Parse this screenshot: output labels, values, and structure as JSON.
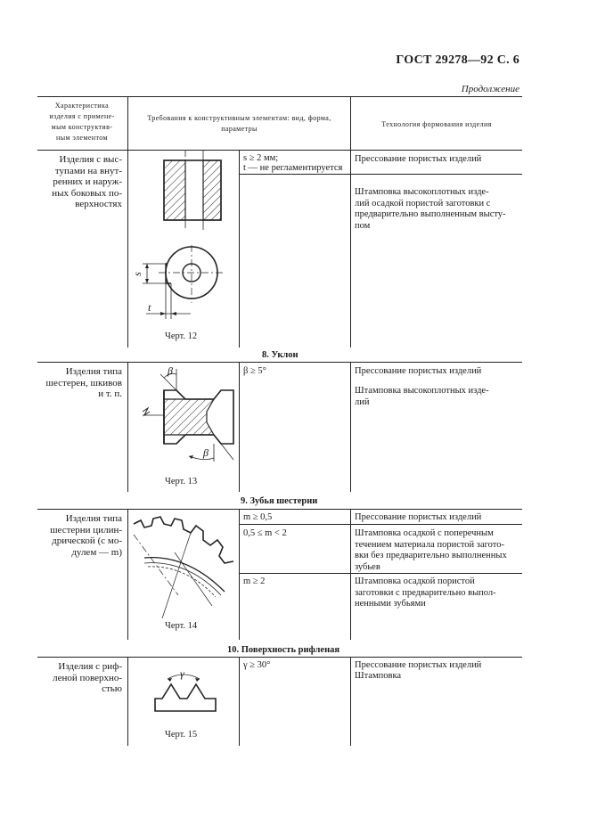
{
  "header": {
    "title": "ГОСТ 29278—92 С. 6",
    "continuation": "Продолжение"
  },
  "table_head": {
    "col1": [
      "Характеристика",
      "изделия с примене-",
      "мым конструктив-",
      "ным элементом"
    ],
    "col2": [
      "Требования к конструктивным элементам: вид, форма,",
      "параметры"
    ],
    "col3": "Технология формования изделия"
  },
  "row1": {
    "col1": [
      "Изделия с выс-",
      "тупами на внут-",
      "ренних и наруж-",
      "ных боковых по-",
      "верхностях"
    ],
    "req1": "s ≥ 2 мм;",
    "req2": "t — не регламентируется",
    "tech1": "Прессование пористых изделий",
    "tech2": [
      "Штамповка высокоплотных изде-",
      "лий осадкой пористой заготовки с",
      "предварительно выполненным высту-",
      "пом"
    ],
    "fig_label_s": "s",
    "fig_label_t": "t",
    "caption": "Черт. 12"
  },
  "section8": {
    "title": "8. Уклон",
    "col1": [
      "Изделия типа",
      "шестерен, шкивов",
      "и т. п."
    ],
    "req": "β ≥ 5°",
    "tech1": "Прессование пористых изделий",
    "tech2": [
      "Штамповка высокоплотных изде-",
      "лий"
    ],
    "fig_label_beta": "β",
    "caption": "Черт. 13"
  },
  "section9": {
    "title": "9. Зубья шестерни",
    "col1": [
      "Изделия типа",
      "шестерни цилин-",
      "дрической (с мо-",
      "дулем — m)"
    ],
    "req1": "m ≥ 0,5",
    "req2": "0,5 ≤ m < 2",
    "req3": "m ≥ 2",
    "tech1": "Прессование пористых изделий",
    "tech2": [
      "Штамповка осадкой с поперечным",
      "течением материала пористой загото-",
      "вки без предварительно выполненных",
      "зубьев"
    ],
    "tech3": [
      "Штамповка осадкой пористой",
      "заготовки с предварительно выпол-",
      "ненными зубьями"
    ],
    "caption": "Черт. 14"
  },
  "section10": {
    "title": "10. Поверхность рифленая",
    "col1": [
      "Изделия с риф-",
      "леной поверхно-",
      "стью"
    ],
    "req": "γ ≥ 30°",
    "tech1": "Прессование пористых изделий",
    "tech2": "Штамповка",
    "fig_label_gamma": "γ",
    "caption": "Черт. 15"
  }
}
